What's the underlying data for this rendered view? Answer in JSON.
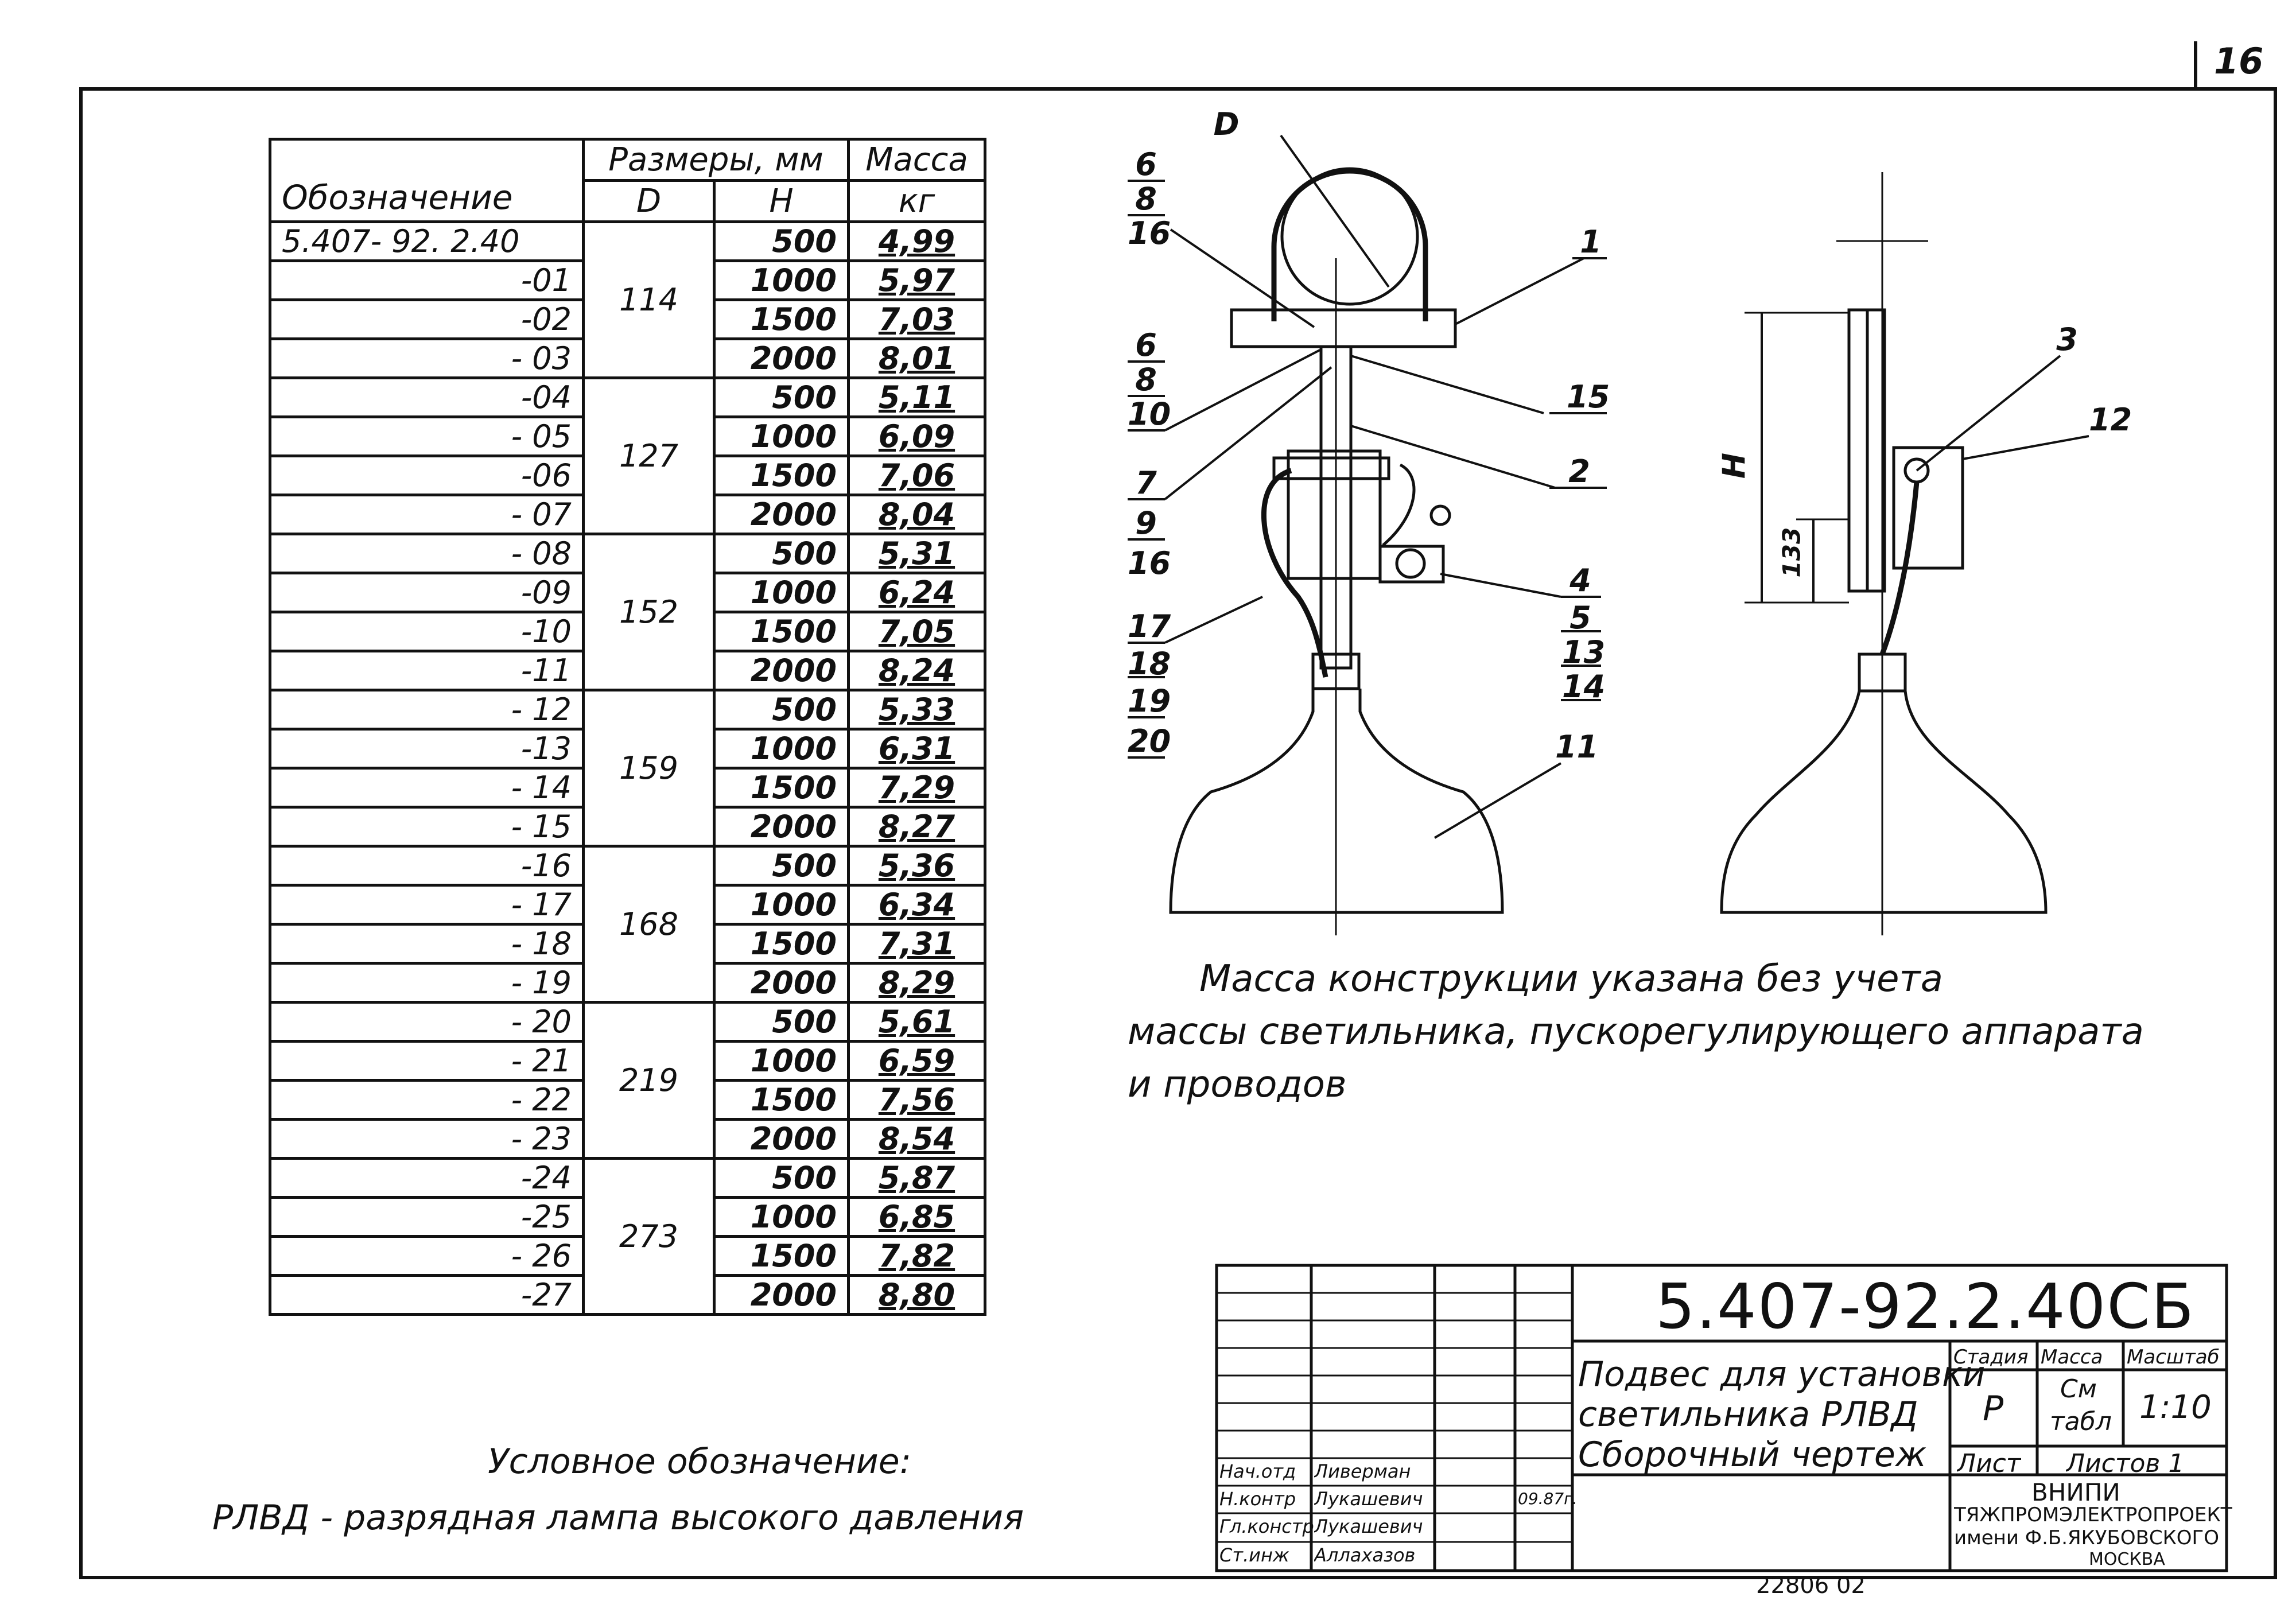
{
  "sheet_number": "16",
  "table": {
    "headers": {
      "designation": "Обозначение",
      "sizes": "Размеры, мм",
      "mass": "Масса",
      "d": "D",
      "h": "H",
      "mass_unit": "кг"
    },
    "rows": [
      {
        "des": "5.407- 92. 2.40",
        "d": "",
        "h": "500",
        "m": "4,99"
      },
      {
        "des": "-01",
        "d": "",
        "h": "1000",
        "m": "5,97"
      },
      {
        "des": "-02",
        "d": "114",
        "h": "1500",
        "m": "7,03"
      },
      {
        "des": "- 03",
        "d": "",
        "h": "2000",
        "m": "8,01"
      },
      {
        "des": "-04",
        "d": "",
        "h": "500",
        "m": "5,11"
      },
      {
        "des": "- 05",
        "d": "127",
        "h": "1000",
        "m": "6,09"
      },
      {
        "des": "-06",
        "d": "",
        "h": "1500",
        "m": "7,06"
      },
      {
        "des": "- 07",
        "d": "",
        "h": "2000",
        "m": "8,04"
      },
      {
        "des": "- 08",
        "d": "",
        "h": "500",
        "m": "5,31"
      },
      {
        "des": "-09",
        "d": "152",
        "h": "1000",
        "m": "6,24"
      },
      {
        "des": "-10",
        "d": "",
        "h": "1500",
        "m": "7,05"
      },
      {
        "des": "-11",
        "d": "",
        "h": "2000",
        "m": "8,24"
      },
      {
        "des": "- 12",
        "d": "",
        "h": "500",
        "m": "5,33"
      },
      {
        "des": "-13",
        "d": "159",
        "h": "1000",
        "m": "6,31"
      },
      {
        "des": "- 14",
        "d": "",
        "h": "1500",
        "m": "7,29"
      },
      {
        "des": "- 15",
        "d": "",
        "h": "2000",
        "m": "8,27"
      },
      {
        "des": "-16",
        "d": "",
        "h": "500",
        "m": "5,36"
      },
      {
        "des": "- 17",
        "d": "168",
        "h": "1000",
        "m": "6,34"
      },
      {
        "des": "- 18",
        "d": "",
        "h": "1500",
        "m": "7,31"
      },
      {
        "des": "- 19",
        "d": "",
        "h": "2000",
        "m": "8,29"
      },
      {
        "des": "- 20",
        "d": "",
        "h": "500",
        "m": "5,61"
      },
      {
        "des": "- 21",
        "d": "219",
        "h": "1000",
        "m": "6,59"
      },
      {
        "des": "- 22",
        "d": "",
        "h": "1500",
        "m": "7,56"
      },
      {
        "des": "- 23",
        "d": "",
        "h": "2000",
        "m": "8,54"
      },
      {
        "des": "-24",
        "d": "",
        "h": "500",
        "m": "5,87"
      },
      {
        "des": "-25",
        "d": "273",
        "h": "1000",
        "m": "6,85"
      },
      {
        "des": "- 26",
        "d": "",
        "h": "1500",
        "m": "7,82"
      },
      {
        "des": "-27",
        "d": "",
        "h": "2000",
        "m": "8,80"
      }
    ]
  },
  "legend": {
    "title": "Условное обозначение:",
    "text": "РЛВД - разрядная лампа высокого давления"
  },
  "note": {
    "line1": "Масса конструкции указана без учета",
    "line2": "массы светильника, пускорегулирующего аппарата",
    "line3": "и проводов"
  },
  "drawing": {
    "dim_d": "D",
    "dim_h": "H",
    "dim_133": "133",
    "labels_left": [
      "6",
      "8",
      "16",
      "6",
      "8",
      "10",
      "7",
      "9",
      "16",
      "17",
      "18",
      "19",
      "20"
    ],
    "labels_right": [
      "1",
      "15",
      "2",
      "4",
      "5",
      "13",
      "14",
      "11"
    ],
    "labels_side": [
      "3",
      "12"
    ]
  },
  "title_block": {
    "code": "5.407-92.2.40СБ",
    "name_line1": "Подвес для установки",
    "name_line2": "светильника РЛВД",
    "name_line3": "Сборочный чертеж",
    "stage_label": "Стадия",
    "mass_label": "Масса",
    "scale_label": "Масштаб",
    "stage": "Р",
    "mass_value_line1": "См",
    "mass_value_line2": "табл",
    "scale": "1:10",
    "sheet_label": "Лист",
    "sheets_label": "Листов 1",
    "org_line1": "ВНИПИ",
    "org_line2": "ТЯЖПРОМЭЛЕКТРОПРОЕКТ",
    "org_line3": "имени Ф.Б.ЯКУБОВСКОГО",
    "org_line4": "МОСКВА",
    "date": "09.87г.",
    "signers": [
      {
        "role": "Нач.отд",
        "name": "Ливерман"
      },
      {
        "role": "Н.контр",
        "name": "Лукашевич"
      },
      {
        "role": "Гл.констр",
        "name": "Лукашевич"
      },
      {
        "role": "Ст.инж",
        "name": "Аллахазов"
      }
    ]
  },
  "archive_number": "22806 02"
}
